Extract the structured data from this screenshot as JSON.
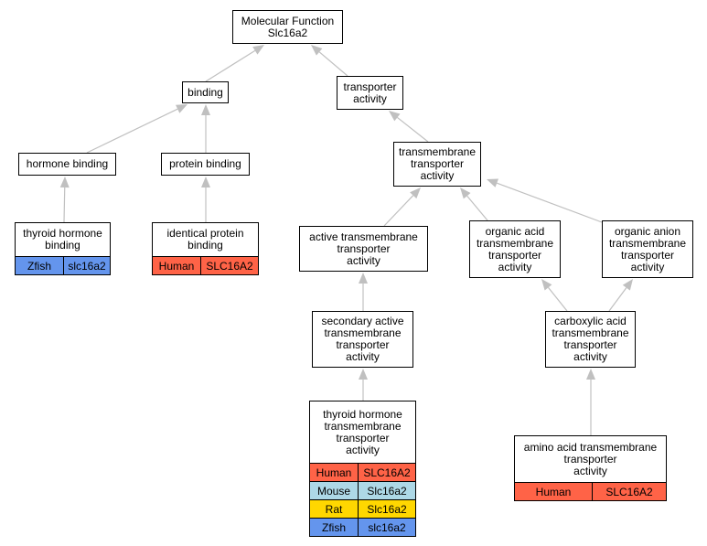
{
  "nodes": {
    "molecular_function": {
      "label": "Molecular Function\nSlc16a2"
    },
    "binding": {
      "label": "binding"
    },
    "transporter_activity": {
      "label": "transporter\nactivity"
    },
    "hormone_binding": {
      "label": "hormone binding"
    },
    "protein_binding": {
      "label": "protein binding"
    },
    "transmembrane_transporter_activity": {
      "label": "transmembrane\ntransporter\nactivity"
    },
    "thyroid_hormone_binding": {
      "label": "thyroid hormone\nbinding",
      "genes": [
        {
          "species": "Zfish",
          "gene": "slc16a2",
          "color": "#6495ed"
        }
      ]
    },
    "identical_protein_binding": {
      "label": "identical protein\nbinding",
      "genes": [
        {
          "species": "Human",
          "gene": "SLC16A2",
          "color": "#ff6347"
        }
      ]
    },
    "active_transmembrane_transporter_activity": {
      "label": "active transmembrane\ntransporter\nactivity"
    },
    "organic_acid_transmembrane_transporter_activity": {
      "label": "organic acid\ntransmembrane\ntransporter\nactivity"
    },
    "organic_anion_transmembrane_transporter_activity": {
      "label": "organic anion\ntransmembrane\ntransporter\nactivity"
    },
    "secondary_active_transmembrane_transporter_activity": {
      "label": "secondary active\ntransmembrane\ntransporter\nactivity"
    },
    "carboxylic_acid_transmembrane_transporter_activity": {
      "label": "carboxylic acid\ntransmembrane\ntransporter\nactivity"
    },
    "thyroid_hormone_transmembrane_transporter_activity": {
      "label": "thyroid hormone\ntransmembrane\ntransporter\nactivity",
      "genes": [
        {
          "species": "Human",
          "gene": "SLC16A2",
          "color": "#ff6347"
        },
        {
          "species": "Mouse",
          "gene": "Slc16a2",
          "color": "#add8e6"
        },
        {
          "species": "Rat",
          "gene": "Slc16a2",
          "color": "#ffd700"
        },
        {
          "species": "Zfish",
          "gene": "slc16a2",
          "color": "#6495ed"
        }
      ]
    },
    "amino_acid_transmembrane_transporter_activity": {
      "label": "amino acid transmembrane\ntransporter\nactivity",
      "genes": [
        {
          "species": "Human",
          "gene": "SLC16A2",
          "color": "#ff6347"
        }
      ]
    }
  },
  "edges": [
    [
      "binding",
      "molecular_function"
    ],
    [
      "transporter_activity",
      "molecular_function"
    ],
    [
      "hormone_binding",
      "binding"
    ],
    [
      "protein_binding",
      "binding"
    ],
    [
      "transmembrane_transporter_activity",
      "transporter_activity"
    ],
    [
      "thyroid_hormone_binding",
      "hormone_binding"
    ],
    [
      "identical_protein_binding",
      "protein_binding"
    ],
    [
      "active_transmembrane_transporter_activity",
      "transmembrane_transporter_activity"
    ],
    [
      "organic_acid_transmembrane_transporter_activity",
      "transmembrane_transporter_activity"
    ],
    [
      "organic_anion_transmembrane_transporter_activity",
      "transmembrane_transporter_activity"
    ],
    [
      "secondary_active_transmembrane_transporter_activity",
      "active_transmembrane_transporter_activity"
    ],
    [
      "carboxylic_acid_transmembrane_transporter_activity",
      "organic_acid_transmembrane_transporter_activity"
    ],
    [
      "carboxylic_acid_transmembrane_transporter_activity",
      "organic_anion_transmembrane_transporter_activity"
    ],
    [
      "thyroid_hormone_transmembrane_transporter_activity",
      "secondary_active_transmembrane_transporter_activity"
    ],
    [
      "amino_acid_transmembrane_transporter_activity",
      "carboxylic_acid_transmembrane_transporter_activity"
    ]
  ],
  "colors": {
    "edge": "#c0c0c0",
    "node_border": "#000000",
    "Human": "#ff6347",
    "Mouse": "#add8e6",
    "Rat": "#ffd700",
    "Zfish": "#6495ed"
  }
}
